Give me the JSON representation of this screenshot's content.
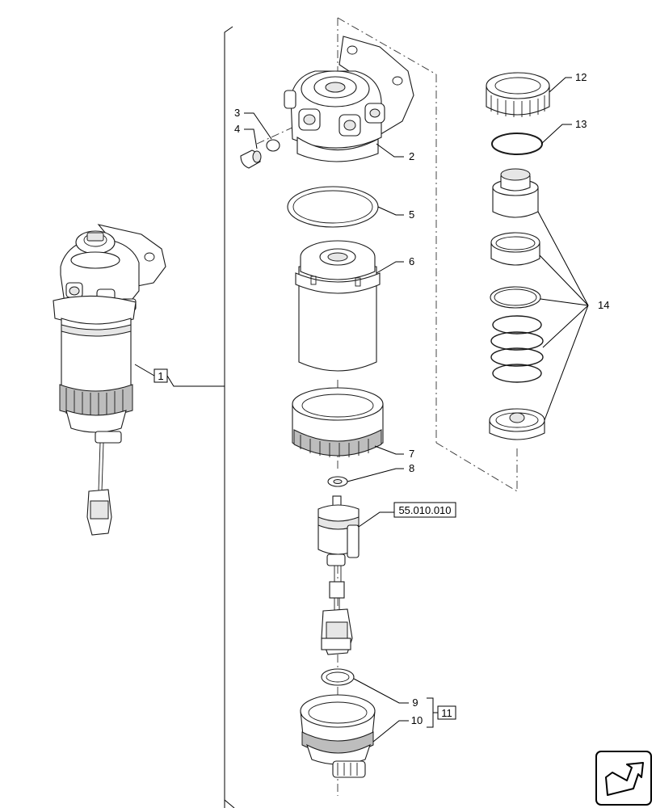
{
  "callouts": {
    "c1": "1",
    "c2": "2",
    "c3": "3",
    "c4": "4",
    "c5": "5",
    "c6": "6",
    "c7": "7",
    "c8": "8",
    "c9": "9",
    "c10": "10",
    "c11": "11",
    "c12": "12",
    "c13": "13",
    "c14": "14"
  },
  "reference": "55.010.010",
  "nav_icon": "next-page-arrow-icon"
}
